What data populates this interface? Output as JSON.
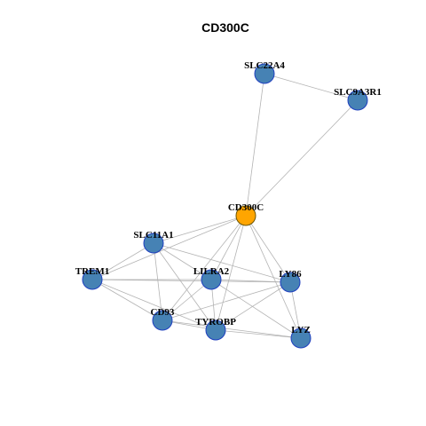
{
  "title": "CD300C",
  "colors": {
    "node_default": "#4682B4",
    "node_center": "#FFA500",
    "node_border": "#1f3fbf",
    "edge": "#b3b3b3"
  },
  "nodes": [
    {
      "id": "SLC22A4",
      "label": "SLC22A4",
      "role": "neighbor"
    },
    {
      "id": "SLC9A3R1",
      "label": "SLC9A3R1",
      "role": "neighbor"
    },
    {
      "id": "CD300C",
      "label": "CD300C",
      "role": "center"
    },
    {
      "id": "SLC11A1",
      "label": "SLC11A1",
      "role": "neighbor"
    },
    {
      "id": "TREM1",
      "label": "TREM1",
      "role": "neighbor"
    },
    {
      "id": "LILRA2",
      "label": "LILRA2",
      "role": "neighbor"
    },
    {
      "id": "LY86",
      "label": "LY86",
      "role": "neighbor"
    },
    {
      "id": "CD93",
      "label": "CD93",
      "role": "neighbor"
    },
    {
      "id": "TYROBP",
      "label": "TYROBP",
      "role": "neighbor"
    },
    {
      "id": "LYZ",
      "label": "LYZ",
      "role": "neighbor"
    }
  ],
  "edges": [
    [
      "SLC22A4",
      "SLC9A3R1"
    ],
    [
      "SLC22A4",
      "CD300C"
    ],
    [
      "SLC9A3R1",
      "CD300C"
    ],
    [
      "CD300C",
      "SLC11A1"
    ],
    [
      "CD300C",
      "TREM1"
    ],
    [
      "CD300C",
      "LILRA2"
    ],
    [
      "CD300C",
      "LY86"
    ],
    [
      "CD300C",
      "CD93"
    ],
    [
      "CD300C",
      "TYROBP"
    ],
    [
      "CD300C",
      "LYZ"
    ],
    [
      "SLC11A1",
      "TREM1"
    ],
    [
      "SLC11A1",
      "LILRA2"
    ],
    [
      "SLC11A1",
      "LY86"
    ],
    [
      "SLC11A1",
      "CD93"
    ],
    [
      "SLC11A1",
      "TYROBP"
    ],
    [
      "TREM1",
      "LILRA2"
    ],
    [
      "TREM1",
      "LY86"
    ],
    [
      "TREM1",
      "CD93"
    ],
    [
      "TREM1",
      "TYROBP"
    ],
    [
      "LILRA2",
      "LY86"
    ],
    [
      "LILRA2",
      "CD93"
    ],
    [
      "LILRA2",
      "TYROBP"
    ],
    [
      "LILRA2",
      "LYZ"
    ],
    [
      "LY86",
      "CD93"
    ],
    [
      "LY86",
      "TYROBP"
    ],
    [
      "LY86",
      "LYZ"
    ],
    [
      "CD93",
      "TYROBP"
    ],
    [
      "CD93",
      "LYZ"
    ],
    [
      "TYROBP",
      "LYZ"
    ]
  ]
}
